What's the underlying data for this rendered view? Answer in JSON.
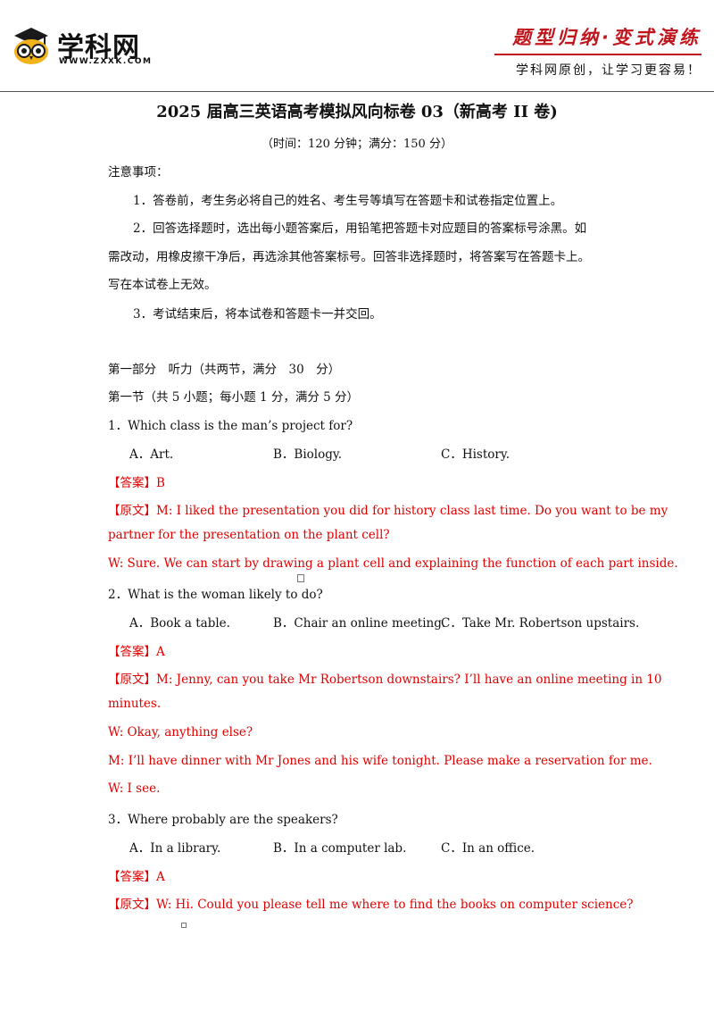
{
  "header": {
    "logo_text": "学科网",
    "logo_url": "WWW.ZXXK.COM",
    "slogan_main": "题型归纳·变式演练",
    "slogan_sub": "学科网原创，让学习更容易！"
  },
  "title": "2025 届高三英语高考模拟风向标卷 03（新高考 II 卷)",
  "subtitle": "（时间：120 分钟；满分：150 分）",
  "notes": {
    "heading": "注意事项：",
    "items": [
      "1．答卷前，考生务必将自己的姓名、考生号等填写在答题卡和试卷指定位置上。",
      "2．回答选择题时，选出每小题答案后，用铅笔把答题卡对应题目的答案标号涂黑。如",
      "需改动，用橡皮擦干净后，再选涂其他答案标号。回答非选择题时，将答案写在答题卡上。",
      "写在本试卷上无效。",
      "3．考试结束后，将本试卷和答题卡一并交回。"
    ]
  },
  "part": "第一部分　听力（共两节，满分　30　分）",
  "section": "第一节（共 5 小题；每小题 1 分，满分 5 分）",
  "questions": [
    {
      "stem": "1．Which class is the man’s project for?",
      "options": [
        "A．Art.",
        "B．Biology.",
        "C．History."
      ],
      "answer": "【答案】B",
      "transcript": [
        "【原文】M: I liked the presentation you did for history class last time. Do you want to be my",
        "partner for the presentation on the plant cell?",
        "W: Sure. We can start by drawing a plant cell and explaining the function of each part inside."
      ]
    },
    {
      "stem": "2．What is the woman likely to do?",
      "options": [
        "A．Book a table.",
        "B．Chair an online meeting.",
        "C．Take Mr. Robertson upstairs."
      ],
      "answer": "【答案】A",
      "transcript": [
        "【原文】M: Jenny, can you take Mr Robertson downstairs? I’ll have an online meeting in 10",
        "minutes.",
        "W: Okay, anything else?",
        "M: I’ll have dinner with Mr Jones and his wife tonight. Please make a reservation for me.",
        "W: I see."
      ]
    },
    {
      "stem": "3．Where probably are the speakers?",
      "options": [
        "A．In a library.",
        "B．In a computer lab.",
        "C．In an office."
      ],
      "answer": "【答案】A",
      "transcript": [
        "【原文】W: Hi. Could you please tell me where to find the books on computer science?"
      ]
    }
  ]
}
